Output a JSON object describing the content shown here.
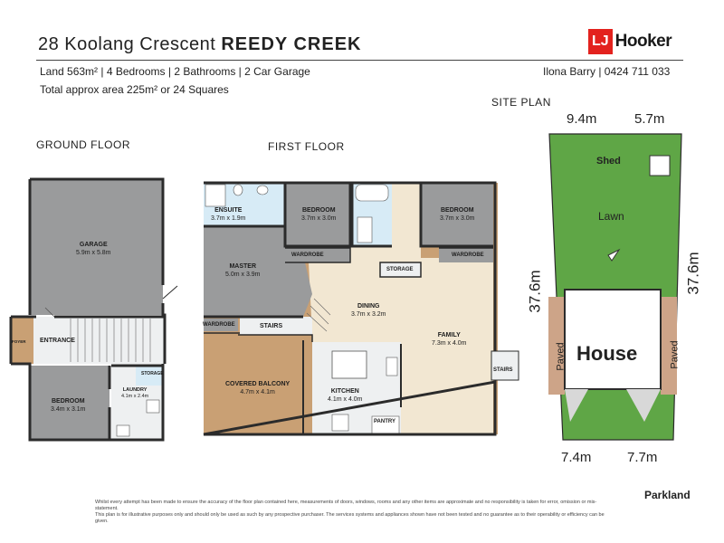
{
  "header": {
    "address_street": "28 Koolang Crescent",
    "address_suburb": "REEDY CREEK",
    "info_line1": "Land 563m² | 4 Bedrooms | 2 Bathrooms | 2 Car Garage",
    "info_line2": "Total approx area 225m² or 24 Squares",
    "agent": "Ilona Barry | 0424 711 033",
    "logo_lj": "LJ",
    "logo_hooker": "Hooker"
  },
  "sections": {
    "ground_floor": "GROUND FLOOR",
    "first_floor": "FIRST FLOOR",
    "site_plan": "SITE PLAN"
  },
  "ground_rooms": {
    "garage": {
      "name": "GARAGE",
      "dim": "5.9m x 5.8m"
    },
    "entrance": "ENTRANCE",
    "foyer": "FOYER",
    "storage": "STORAGE",
    "bedroom": {
      "name": "BEDROOM",
      "dim": "3.4m x 3.1m"
    },
    "laundry": {
      "name": "LAUNDRY",
      "dim": "4.1m x 2.4m"
    }
  },
  "first_rooms": {
    "ensuite": {
      "name": "ENSUITE",
      "dim": "3.7m x 1.9m"
    },
    "bedroom2": {
      "name": "BEDROOM",
      "dim": "3.7m x 3.0m"
    },
    "bedroom3": {
      "name": "BEDROOM",
      "dim": "3.7m x 3.0m"
    },
    "master": {
      "name": "MASTER",
      "dim": "5.0m x 3.9m"
    },
    "wardrobe1": "WARDROBE",
    "wardrobe2": "WARDROBE",
    "wardrobe3": "WARDROBE",
    "storage": "STORAGE",
    "stairs": "STAIRS",
    "stairs_ext": "STAIRS",
    "dining": {
      "name": "DINING",
      "dim": "3.7m x 3.2m"
    },
    "family": {
      "name": "FAMILY",
      "dim": "7.3m x 4.0m"
    },
    "balcony": {
      "name": "COVERED BALCONY",
      "dim": "4.7m x 4.1m"
    },
    "kitchen": {
      "name": "KITCHEN",
      "dim": "4.1m x 4.0m"
    },
    "pantry": "PANTRY"
  },
  "site": {
    "top_left": "9.4m",
    "top_right": "5.7m",
    "shed": "Shed",
    "lawn": "Lawn",
    "left_side": "37.6m",
    "right_side": "37.6m",
    "house": "House",
    "paved_left": "Paved",
    "paved_right": "Paved",
    "bottom_left": "7.4m",
    "bottom_right": "7.7m",
    "parkland": "Parkland"
  },
  "disclaimer": {
    "line1": "Whilst every attempt has been made to ensure the accuracy of the floor plan contained here, measurements of doors, windows, rooms and any other items are approximate and no responsibility is taken for error, omission or mis-statement.",
    "line2": "This plan is for illustrative purposes only and should only be used as such by any prospective purchaser. The services systems and appliances shown have not been tested and no guarantee as to their operability or efficiency can be given."
  },
  "colors": {
    "wall": "#2b2b2b",
    "floor_light": "#eef0f1",
    "floor_dark": "#9a9b9c",
    "tile_blue": "#d7ebf6",
    "timber": "#c9a074",
    "carpet": "#f2e7d2",
    "lawn": "#5fa646",
    "paved": "#cda488",
    "brand_red": "#e3221e"
  }
}
